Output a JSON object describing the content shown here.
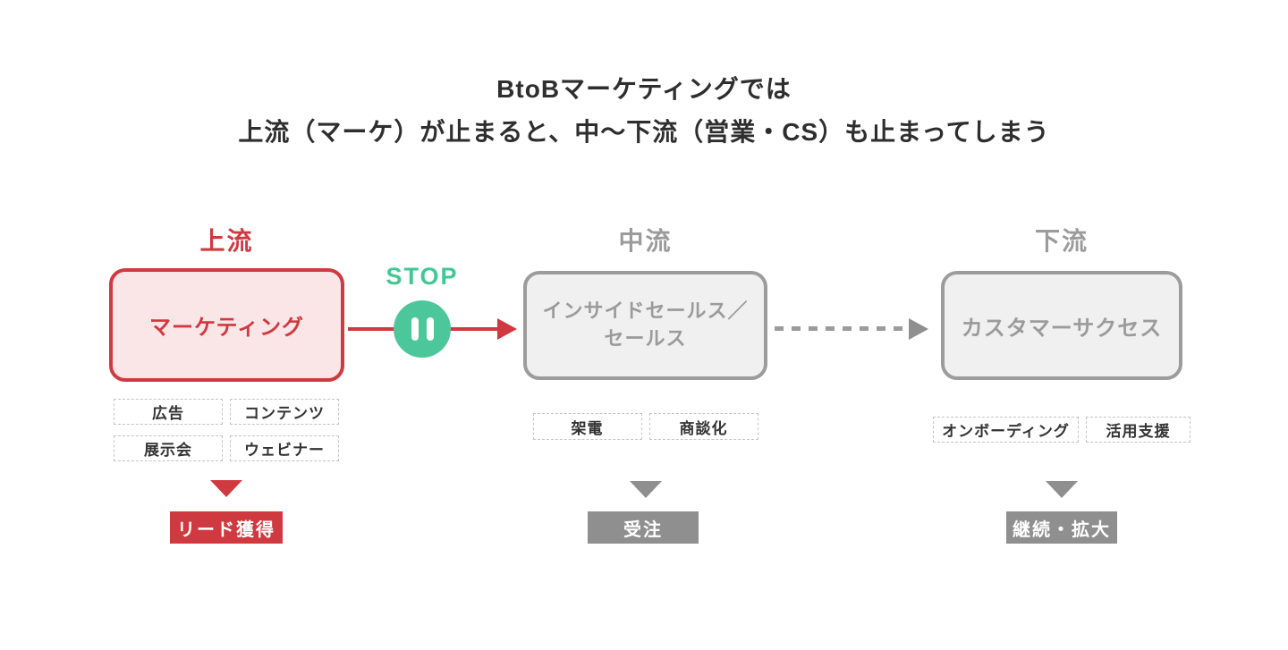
{
  "title": {
    "line1": "BtoBマーケティングでは",
    "line2": "上流（マーケ）が止まると、中〜下流（営業・CS）も止まってしまう"
  },
  "flow": {
    "stop_label": "STOP",
    "stop_icon": "pause-icon",
    "upstream_to_midstream_connector": "solid-red-arrow-blocked",
    "midstream_to_downstream_connector": "dotted-gray-arrow"
  },
  "columns": [
    {
      "id": "upstream",
      "label": "上流",
      "theme": "red",
      "box_lines": [
        "マーケティング"
      ],
      "tags": [
        "広告",
        "コンテンツ",
        "展示会",
        "ウェビナー"
      ],
      "result": "リード獲得"
    },
    {
      "id": "midstream",
      "label": "中流",
      "theme": "gray",
      "box_lines": [
        "インサイドセールス／",
        "セールス"
      ],
      "tags": [
        "架電",
        "商談化"
      ],
      "result": "受注"
    },
    {
      "id": "downstream",
      "label": "下流",
      "theme": "gray",
      "box_lines": [
        "カスタマーサクセス"
      ],
      "tags": [
        "オンボーディング",
        "活用支援"
      ],
      "result": "継続・拡大"
    }
  ],
  "colors": {
    "accent_red": "#cf3a40",
    "pink_fill": "#fbe6e7",
    "stop_green": "#4cc79b",
    "gray_label": "#9b9b9b",
    "gray_border": "#9c9c9c",
    "gray_fill": "#f0f0f0",
    "badge_gray": "#8f8f8f",
    "tag_border": "#c4c4c4",
    "title_text": "#2e2e2e",
    "background": "#ffffff"
  }
}
